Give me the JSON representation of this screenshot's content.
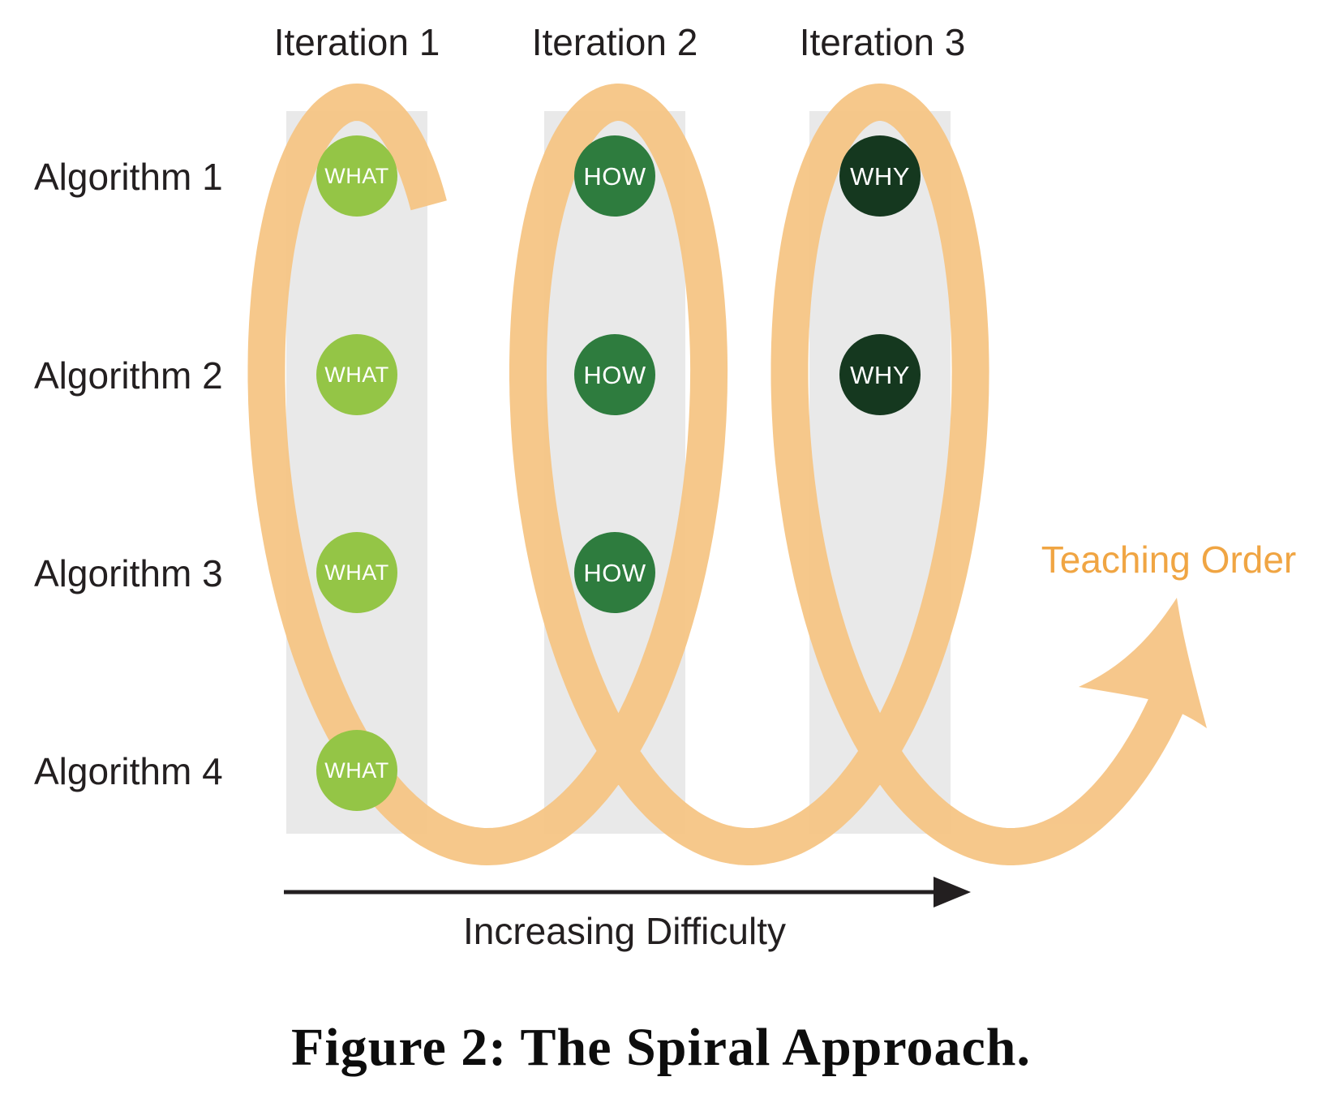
{
  "figure": {
    "columns": [
      {
        "header": "Iteration 1",
        "concept": "WHAT"
      },
      {
        "header": "Iteration 2",
        "concept": "HOW"
      },
      {
        "header": "Iteration 3",
        "concept": "WHY"
      }
    ],
    "rows": [
      {
        "label": "Algorithm 1"
      },
      {
        "label": "Algorithm 2"
      },
      {
        "label": "Algorithm 3"
      },
      {
        "label": "Algorithm 4"
      }
    ],
    "nodes": [
      {
        "iteration": "Iteration 1",
        "algorithm": "Algorithm 1",
        "label": "WHAT"
      },
      {
        "iteration": "Iteration 1",
        "algorithm": "Algorithm 2",
        "label": "WHAT"
      },
      {
        "iteration": "Iteration 1",
        "algorithm": "Algorithm 3",
        "label": "WHAT"
      },
      {
        "iteration": "Iteration 1",
        "algorithm": "Algorithm 4",
        "label": "WHAT"
      },
      {
        "iteration": "Iteration 2",
        "algorithm": "Algorithm 1",
        "label": "HOW"
      },
      {
        "iteration": "Iteration 2",
        "algorithm": "Algorithm 2",
        "label": "HOW"
      },
      {
        "iteration": "Iteration 2",
        "algorithm": "Algorithm 3",
        "label": "HOW"
      },
      {
        "iteration": "Iteration 3",
        "algorithm": "Algorithm 1",
        "label": "WHY"
      },
      {
        "iteration": "Iteration 3",
        "algorithm": "Algorithm 2",
        "label": "WHY"
      }
    ],
    "annotations": {
      "teaching_order": "Teaching Order",
      "increasing_difficulty": "Increasing Difficulty"
    },
    "caption": "Figure 2: The Spiral Approach."
  },
  "colors": {
    "spiral_orange": "#F6C585",
    "teaching_order_text": "#F0A543",
    "what_green": "#94C546",
    "how_green": "#2E7C3E",
    "why_green": "#15381F",
    "column_gray": "#E9E9E9",
    "ink": "#231F20",
    "caption_ink": "#0D0D0D",
    "node_text": "#FFFFFF"
  }
}
